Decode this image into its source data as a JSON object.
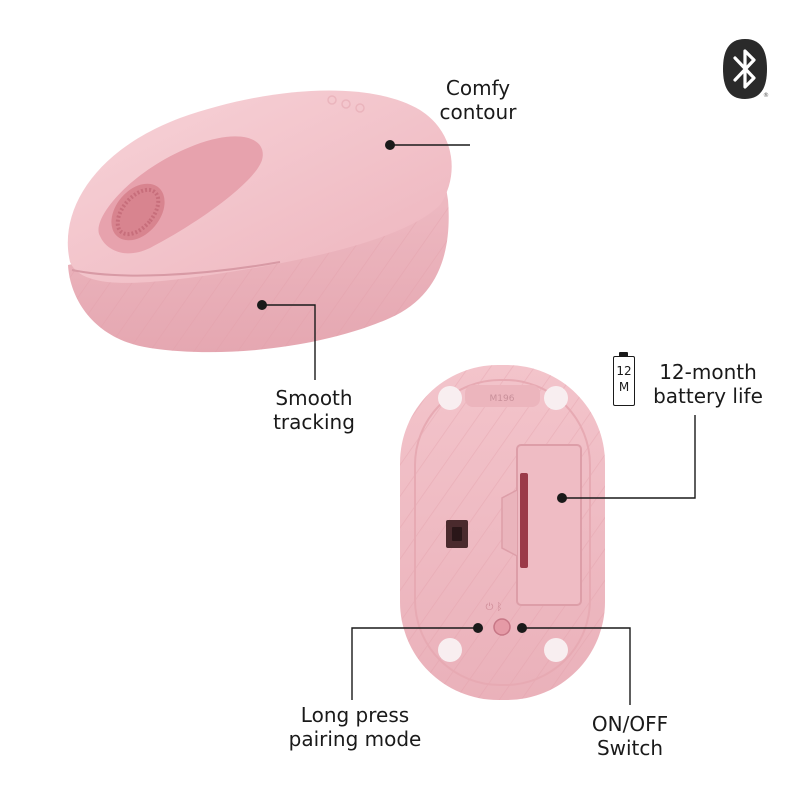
{
  "labels": {
    "comfy": [
      "Comfy",
      "contour"
    ],
    "smooth": [
      "Smooth",
      "tracking"
    ],
    "battery": [
      "12-month",
      "battery life"
    ],
    "pairing": [
      "Long press",
      "pairing mode"
    ],
    "onoff": [
      "ON/OFF",
      "Switch"
    ]
  },
  "battery_icon": {
    "line1": "12",
    "line2": "M"
  },
  "bottom_model_text": "M196",
  "colors": {
    "mouse_body": "#f2c2c8",
    "mouse_shade": "#e7a9b2",
    "accent_pink": "#d98a96",
    "text": "#1a1a1a",
    "bluetooth_badge": "#2a2a2a"
  },
  "icons": {
    "bluetooth": "bluetooth-icon",
    "battery": "battery-icon"
  }
}
